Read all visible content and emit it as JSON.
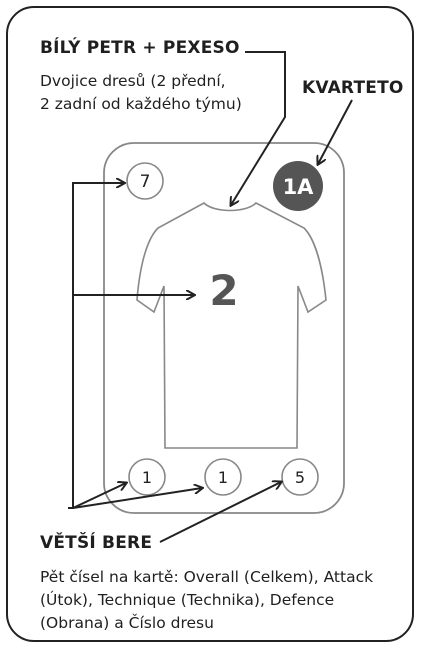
{
  "labels": {
    "white_peter_title": "BÍLÝ PETR + PEXESO",
    "white_peter_line1": "Dvojice dresů (2 přední,",
    "white_peter_line2": "2 zadní od každého týmu)",
    "quartet_title": "KVARTETO",
    "higher_wins_title": "VĚTŠÍ BERE",
    "bottom_line1": "Pět čísel na kartě: Overall (Celkem), Attack",
    "bottom_line2": "(Útok), Technique (Technika), Defence",
    "bottom_line3": "(Obrana) a Číslo dresu"
  },
  "card": {
    "top_left_number": "7",
    "badge": "1A",
    "jersey_number": "2",
    "bottom_numbers": [
      "1",
      "1",
      "5"
    ]
  },
  "colors": {
    "line": "#222222",
    "card_outline": "#888888",
    "badge_fill": "#555555",
    "badge_text": "#ffffff",
    "jersey_number": "#555555"
  }
}
